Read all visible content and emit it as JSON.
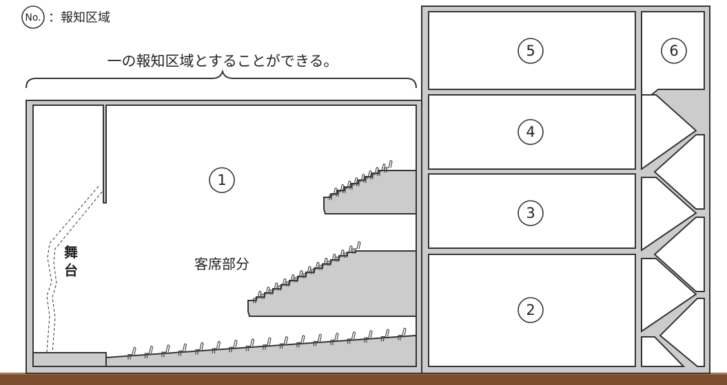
{
  "legend": {
    "badge": "No.",
    "text": "：報知区域"
  },
  "caption": "一の報知区域とすることができる。",
  "labels": {
    "stage": "舞台",
    "seating": "客席部分"
  },
  "zones": [
    {
      "number": "1"
    },
    {
      "number": "2"
    },
    {
      "number": "3"
    },
    {
      "number": "4"
    },
    {
      "number": "5"
    },
    {
      "number": "6"
    }
  ],
  "colors": {
    "wall": "#cccccc",
    "outline": "#333333",
    "ground": "#7a4e2c"
  }
}
